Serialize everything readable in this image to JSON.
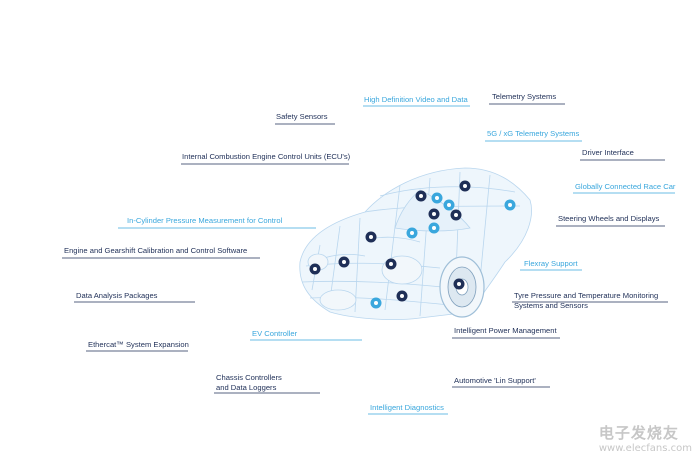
{
  "colors": {
    "dark": "#1f2f57",
    "light": "#3aa7dd",
    "car_wire": "#b9d6ee"
  },
  "labels": {
    "telemetry_systems": "Telemetry Systems",
    "hd_video_data": "High Definition Video and Data",
    "safety_sensors": "Safety Sensors",
    "telemetry_5g": "5G / xG Telemetry Systems",
    "ice_ecu": "Internal Combustion Engine Control Units (ECU's)",
    "driver_interface": "Driver Interface",
    "connected_race_car": "Globally Connected Race Car",
    "cylinder_pressure": "In-Cylinder Pressure Measurement for Control",
    "steering_wheels": "Steering Wheels and Displays",
    "engine_gearshift": "Engine and Gearshift Calibration and Control Software",
    "flexray": "Flexray Support",
    "data_analysis": "Data Analysis Packages",
    "tyre_pressure": "Tyre Pressure and Temperature Monitoring\nSystems and Sensors",
    "power_management": "Intelligent Power Management",
    "ethercat": "Ethercat™ System Expansion",
    "ev_controller": "EV Controller",
    "chassis_controllers": "Chassis Controllers\nand Data Loggers",
    "lin_support": "Automotive 'Lin Support'",
    "intelligent_diagnostics": "Intelligent Diagnostics"
  },
  "watermark": {
    "text": "电子发烧友",
    "url": "www.elecfans.com"
  }
}
